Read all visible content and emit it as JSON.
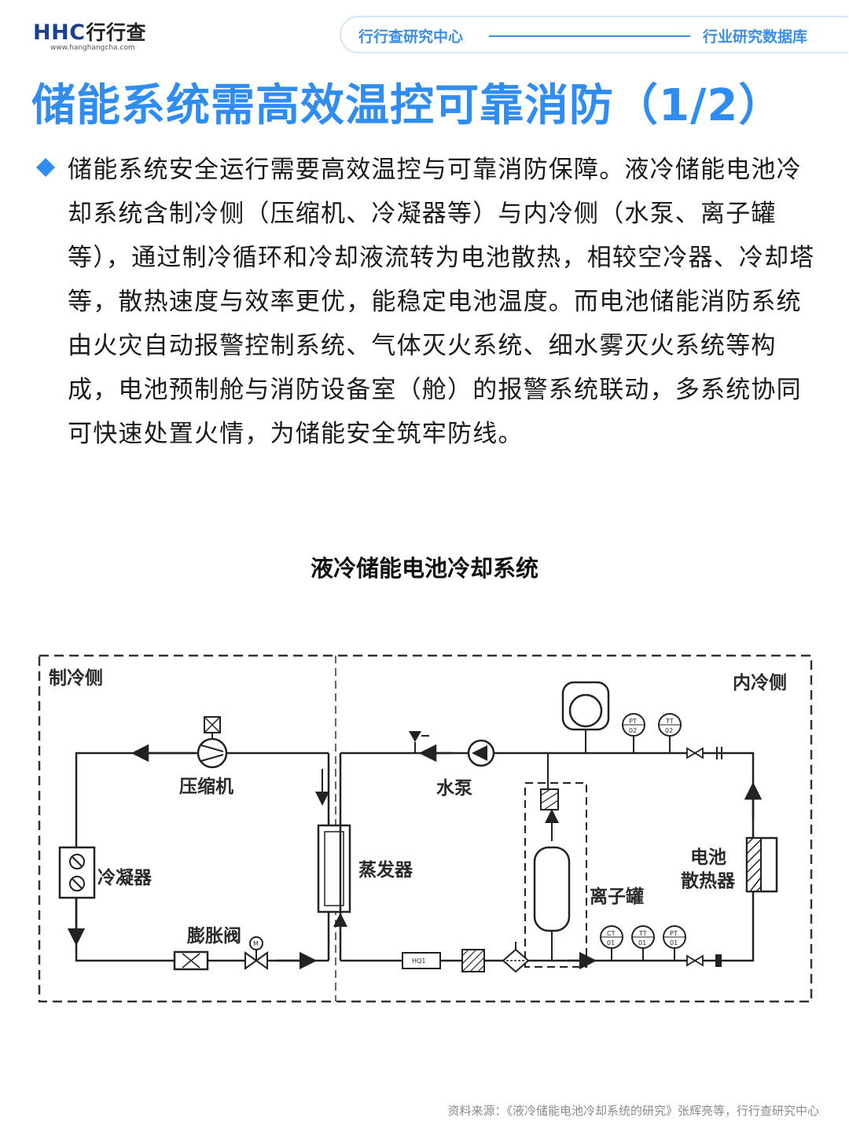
{
  "header": {
    "logo_mark": "HHC",
    "logo_name": "行行查",
    "logo_url": "www.hanghangcha.com",
    "pill_left": "行行查研究中心",
    "pill_right": "行业研究数据库"
  },
  "title": "储能系统需高效温控可靠消防（1/2）",
  "body_text": "储能系统安全运行需要高效温控与可靠消防保障。液冷储能电池冷却系统含制冷侧（压缩机、冷凝器等）与内冷侧（水泵、离子罐等），通过制冷循环和冷却液流转为电池散热，相较空冷器、冷却塔等，散热速度与效率更优，能稳定电池温度。而电池储能消防系统由火灾自动报警控制系统、气体灭火系统、细水雾灭火系统等构成，电池预制舱与消防设备室（舱）的报警系统联动，多系统协同可快速处置火情，为储能安全筑牢防线。",
  "diagram": {
    "title": "液冷储能电池冷却系统",
    "labels": {
      "refrigeration_side": "制冷侧",
      "inner_side": "内冷侧",
      "compressor": "压缩机",
      "condenser": "冷凝器",
      "expansion_valve": "膨胀阀",
      "evaporator": "蒸发器",
      "water_pump": "水泵",
      "ion_tank": "离子罐",
      "battery_radiator_1": "电池",
      "battery_radiator_2": "散热器",
      "heater_tag": "HQ1",
      "pt_top": "PT",
      "pt_top_sub": "02",
      "tt_top": "TT",
      "tt_top_sub": "02",
      "ct_bottom": "CT",
      "ct_bottom_sub": "01",
      "tt_bottom": "TT",
      "tt_bottom_sub": "01",
      "pt_bottom": "PT",
      "pt_bottom_sub": "01"
    }
  },
  "source": "资料来源：《液冷储能电池冷却系统的研究》张辉亮等，行行查研究中心",
  "colors": {
    "accent": "#2f8cf0",
    "pill_border": "#d5e6fb",
    "logo_dark": "#1d3f8f"
  }
}
